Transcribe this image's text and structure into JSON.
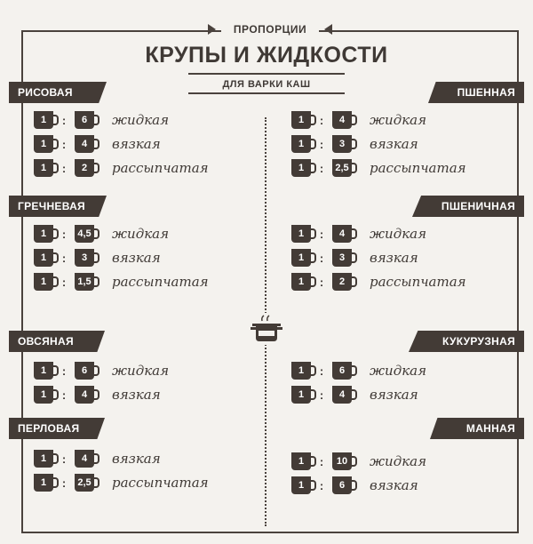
{
  "header": {
    "kicker": "ПРОПОРЦИИ",
    "title": "КРУПЫ И ЖИДКОСТИ",
    "subtitle": "ДЛЯ ВАРКИ КАШ"
  },
  "groups": [
    {
      "id": "ris",
      "name": "РИСОВАЯ",
      "side": "left",
      "rows": [
        {
          "a": "1",
          "b": "6",
          "label": "жидкая"
        },
        {
          "a": "1",
          "b": "4",
          "label": "вязкая"
        },
        {
          "a": "1",
          "b": "2",
          "label": "рассыпчатая"
        }
      ]
    },
    {
      "id": "grech",
      "name": "ГРЕЧНЕВАЯ",
      "side": "left",
      "rows": [
        {
          "a": "1",
          "b": "4,5",
          "label": "жидкая"
        },
        {
          "a": "1",
          "b": "3",
          "label": "вязкая"
        },
        {
          "a": "1",
          "b": "1,5",
          "label": "рассыпчатая"
        }
      ]
    },
    {
      "id": "ovs",
      "name": "ОВСЯНАЯ",
      "side": "left",
      "rows": [
        {
          "a": "1",
          "b": "6",
          "label": "жидкая"
        },
        {
          "a": "1",
          "b": "4",
          "label": "вязкая"
        }
      ]
    },
    {
      "id": "perl",
      "name": "ПЕРЛОВАЯ",
      "side": "left",
      "rows": [
        {
          "a": "1",
          "b": "4",
          "label": "вязкая"
        },
        {
          "a": "1",
          "b": "2,5",
          "label": "рассыпчатая"
        }
      ]
    },
    {
      "id": "pshen",
      "name": "ПШЕННАЯ",
      "side": "right",
      "rows": [
        {
          "a": "1",
          "b": "4",
          "label": "жидкая"
        },
        {
          "a": "1",
          "b": "3",
          "label": "вязкая"
        },
        {
          "a": "1",
          "b": "2,5",
          "label": "рассыпчатая"
        }
      ]
    },
    {
      "id": "pshenich",
      "name": "ПШЕНИЧНАЯ",
      "side": "right",
      "rows": [
        {
          "a": "1",
          "b": "4",
          "label": "жидкая"
        },
        {
          "a": "1",
          "b": "3",
          "label": "вязкая"
        },
        {
          "a": "1",
          "b": "2",
          "label": "рассыпчатая"
        }
      ]
    },
    {
      "id": "kuk",
      "name": "КУКУРУЗНАЯ",
      "side": "right",
      "rows": [
        {
          "a": "1",
          "b": "6",
          "label": "жидкая"
        },
        {
          "a": "1",
          "b": "4",
          "label": "вязкая"
        }
      ]
    },
    {
      "id": "mann",
      "name": "МАННАЯ",
      "side": "right",
      "rows": [
        {
          "a": "1",
          "b": "10",
          "label": "жидкая"
        },
        {
          "a": "1",
          "b": "6",
          "label": "вязкая"
        }
      ]
    }
  ]
}
